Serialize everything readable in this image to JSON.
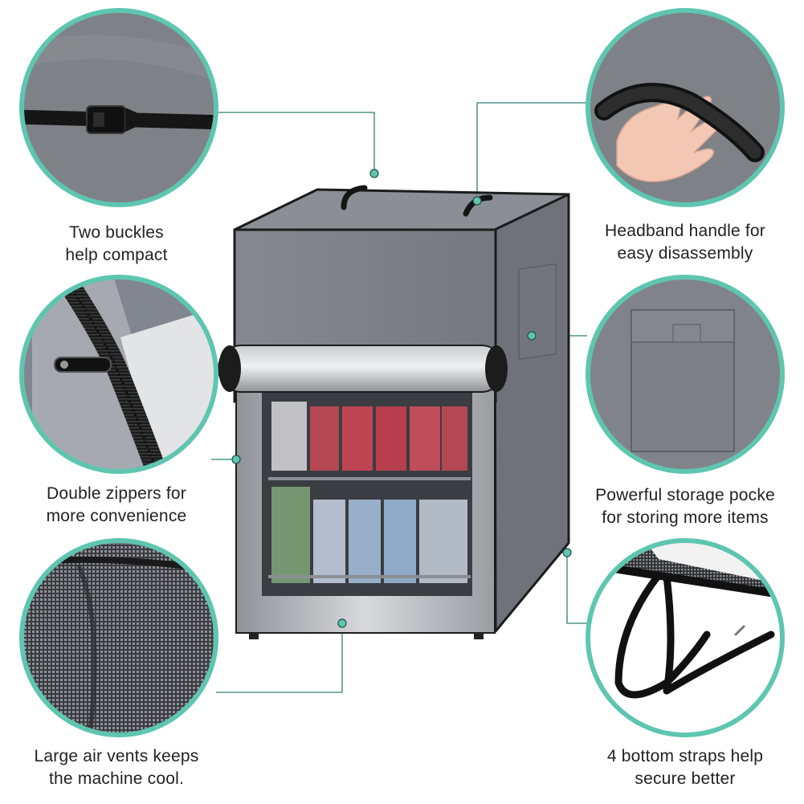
{
  "colors": {
    "accent": "#5ec6b0",
    "connector": "#2f7f74",
    "cover_gray": "#7f8389",
    "binding": "#1c1c1c",
    "steel": "#b9bcc0",
    "background": "#ffffff"
  },
  "features": [
    {
      "id": "buckles",
      "line1": "Two buckles",
      "line2": "help compact",
      "icon": "buckle-strap-detail"
    },
    {
      "id": "handle",
      "line1": "Headband handle for",
      "line2": "easy disassembly",
      "icon": "hand-holding-strap-detail"
    },
    {
      "id": "zippers",
      "line1": "Double zippers for",
      "line2": "more convenience",
      "icon": "zipper-detail"
    },
    {
      "id": "pocket",
      "line1": "Powerful storage pocke",
      "line2": "for storing more items",
      "icon": "side-pocket-detail"
    },
    {
      "id": "vents",
      "line1": "Large air vents keeps",
      "line2": "the machine cool.",
      "icon": "mesh-vent-detail"
    },
    {
      "id": "straps",
      "line1": "4 bottom straps help",
      "line2": "secure better",
      "icon": "bottom-strap-detail"
    }
  ]
}
